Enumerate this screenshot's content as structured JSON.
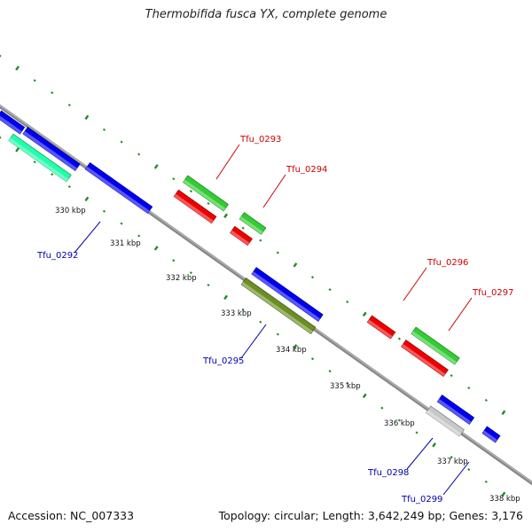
{
  "title": "Thermobifida fusca YX, complete genome",
  "accession": "Accession: NC_007333",
  "topology": "Topology: circular; Length: 3,642,249 bp; Genes: 3,176",
  "ticks": [
    "330 kbp",
    "331 kbp",
    "332 kbp",
    "333 kbp",
    "334 kbp",
    "335 kbp",
    "336 kbp",
    "337 kbp",
    "338 kbp"
  ],
  "genes": [
    {
      "id": "Tfu_0292",
      "strand": "reverse",
      "color": "#0000ee"
    },
    {
      "id": "Tfu_0293",
      "strand": "forward",
      "color": "#dd0000"
    },
    {
      "id": "Tfu_0294",
      "strand": "forward",
      "color": "#dd0000"
    },
    {
      "id": "Tfu_0295",
      "strand": "reverse",
      "color": "#0000ee"
    },
    {
      "id": "Tfu_0296",
      "strand": "forward",
      "color": "#dd0000"
    },
    {
      "id": "Tfu_0297",
      "strand": "forward",
      "color": "#dd0000"
    },
    {
      "id": "Tfu_0298",
      "strand": "reverse",
      "color": "#0000ee"
    },
    {
      "id": "Tfu_0299",
      "strand": "reverse",
      "color": "#0000ee"
    }
  ],
  "colors": {
    "forward_cds": "#ee0000",
    "reverse_cds": "#0000ee",
    "cog_green": "#33cc33",
    "cog_olive": "#6b8e23",
    "cog_teal": "#22ffaa",
    "cog_grey": "#c8c8c8",
    "backbone": "#888888",
    "dots": "#228b22",
    "forward_label": "#cc0000",
    "reverse_label": "#0000aa"
  }
}
